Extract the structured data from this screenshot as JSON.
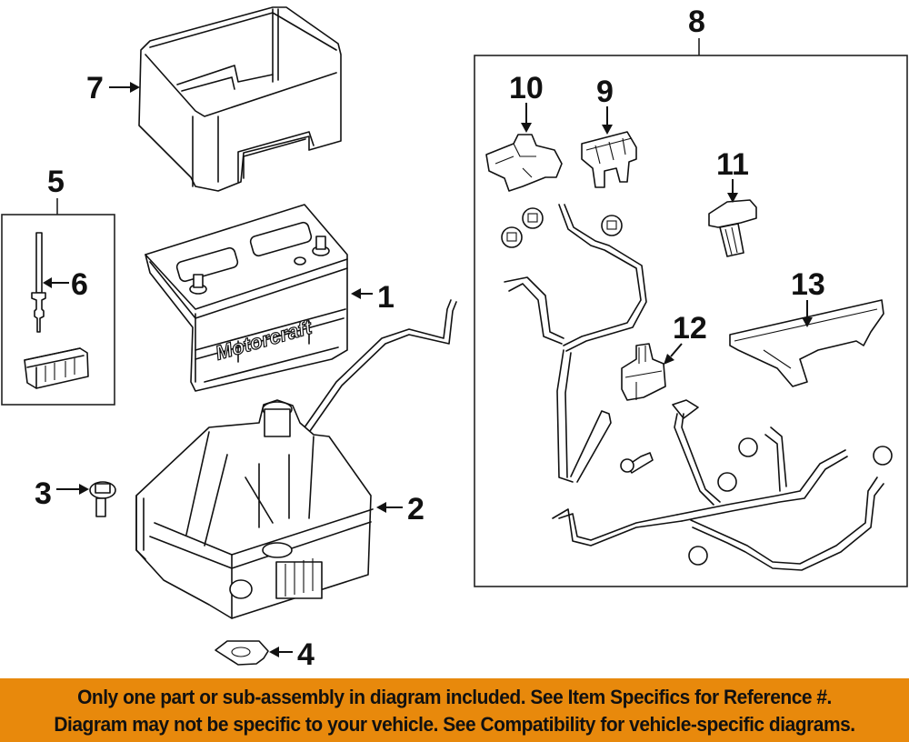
{
  "diagram": {
    "title": "Battery, tray, hold-down and battery cable harness parts diagram",
    "brand_text": "Motorcraft",
    "callouts": [
      {
        "id": "1",
        "label": "1",
        "part": "battery"
      },
      {
        "id": "2",
        "label": "2",
        "part": "battery-tray"
      },
      {
        "id": "3",
        "label": "3",
        "part": "tray-bolt"
      },
      {
        "id": "4",
        "label": "4",
        "part": "bracket"
      },
      {
        "id": "5",
        "label": "5",
        "part": "hold-down-kit"
      },
      {
        "id": "6",
        "label": "6",
        "part": "hold-down-rod"
      },
      {
        "id": "7",
        "label": "7",
        "part": "battery-insulator-box"
      },
      {
        "id": "8",
        "label": "8",
        "part": "cable-harness-assembly"
      },
      {
        "id": "9",
        "label": "9",
        "part": "terminal-cover"
      },
      {
        "id": "10",
        "label": "10",
        "part": "terminal-clamp"
      },
      {
        "id": "11",
        "label": "11",
        "part": "sensor"
      },
      {
        "id": "12",
        "label": "12",
        "part": "junction-block"
      },
      {
        "id": "13",
        "label": "13",
        "part": "harness-bracket"
      }
    ]
  },
  "banner": {
    "line1": "Only one part or sub-assembly in diagram included. See Item Specifics for Reference #.",
    "line2": "Diagram may not be specific to your vehicle. See Compatibility for vehicle-specific diagrams.",
    "background_color": "#e8890c",
    "text_color": "#111111"
  }
}
